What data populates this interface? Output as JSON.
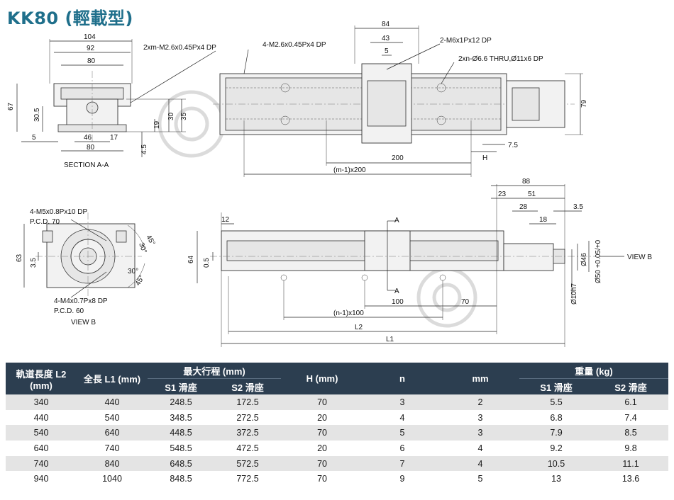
{
  "title": "KK80 (輕載型)",
  "drawing": {
    "section_aa": {
      "caption": "SECTION A-A",
      "dims": [
        "104",
        "92",
        "80",
        "67",
        "30.5",
        "5",
        "46",
        "17",
        "80",
        "19",
        "30",
        "35",
        "4.5"
      ],
      "callout": "2xm-M2.6x0.45Px4 DP"
    },
    "top_view": {
      "callouts": [
        "4-M2.6x0.45Px4 DP",
        "2-M6x1Px12 DP",
        "2xn-Ø6.6 THRU,Ø11x6 DP"
      ],
      "dims": [
        "84",
        "43",
        "5",
        "79",
        "7.5",
        "200",
        "H",
        "(m-1)x200"
      ]
    },
    "end_view": {
      "caption": "VIEW B",
      "callouts": [
        "4-M5x0.8Px10 DP",
        "P.C.D. 70",
        "4-M4x0.7Px8 DP",
        "P.C.D. 60"
      ],
      "dims": [
        "63",
        "3.5",
        "45°",
        "30°",
        "30°",
        "45°"
      ]
    },
    "side_view": {
      "dims": [
        "12",
        "64",
        "0.5",
        "88",
        "23",
        "51",
        "28",
        "18",
        "3.5",
        "100",
        "70",
        "(n-1)x100",
        "L2",
        "L1"
      ],
      "section_marks": [
        "A",
        "A"
      ],
      "shaft_dims": [
        "Ø46",
        "Ø50 +0.05/+0",
        "Ø10h7"
      ],
      "view_label": "VIEW B"
    }
  },
  "table": {
    "headers": {
      "rail_length": "軌道長度 L2 (mm)",
      "total_length": "全長 L1 (mm)",
      "max_stroke": "最大行程 (mm)",
      "s1": "S1 滑座",
      "s2": "S2 滑座",
      "h": "H (mm)",
      "n": "n",
      "mm": "mm",
      "weight": "重量 (kg)",
      "w_s1": "S1 滑座",
      "w_s2": "S2 滑座"
    },
    "rows": [
      [
        "340",
        "440",
        "248.5",
        "172.5",
        "70",
        "3",
        "2",
        "5.5",
        "6.1"
      ],
      [
        "440",
        "540",
        "348.5",
        "272.5",
        "20",
        "4",
        "3",
        "6.8",
        "7.4"
      ],
      [
        "540",
        "640",
        "448.5",
        "372.5",
        "70",
        "5",
        "3",
        "7.9",
        "8.5"
      ],
      [
        "640",
        "740",
        "548.5",
        "472.5",
        "20",
        "6",
        "4",
        "9.2",
        "9.8"
      ],
      [
        "740",
        "840",
        "648.5",
        "572.5",
        "70",
        "7",
        "4",
        "10.5",
        "11.1"
      ],
      [
        "940",
        "1040",
        "848.5",
        "772.5",
        "70",
        "9",
        "5",
        "13",
        "13.6"
      ]
    ]
  },
  "colors": {
    "title": "#1f6f8b",
    "table_header": "#2c3e50",
    "row_stripe": "#e4e4e4"
  }
}
